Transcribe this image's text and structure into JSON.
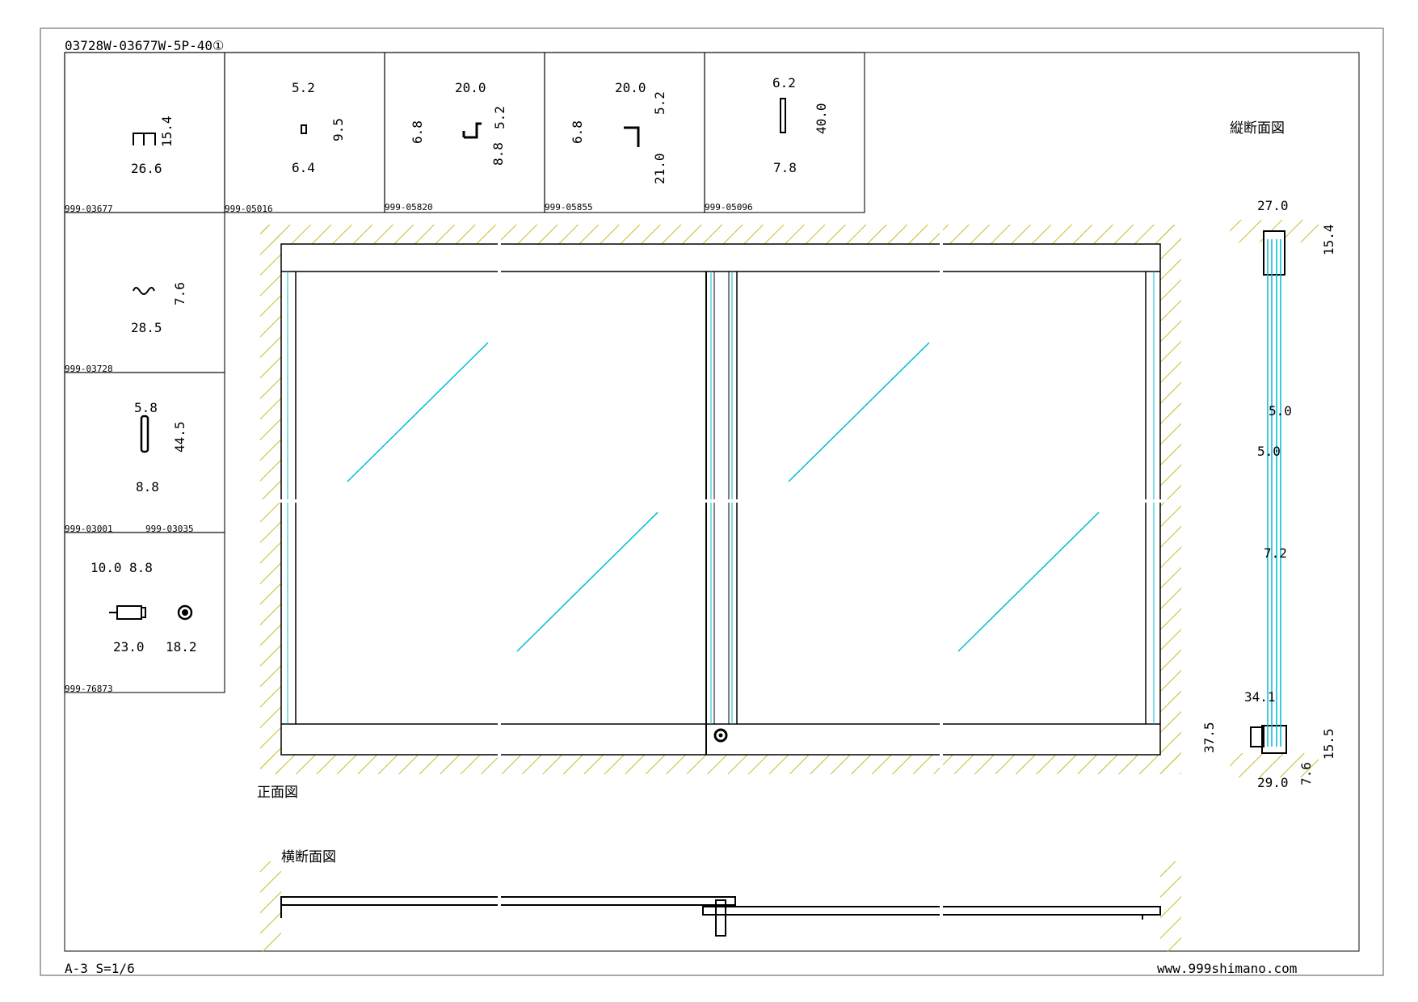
{
  "drawing": {
    "code": "03728W-03677W-5P-40①",
    "paper": "A-3 S=1/6",
    "website": "www.999shimano.com"
  },
  "views": {
    "front": "正面図",
    "horizontal": "横断面図",
    "vertical": "縦断面図"
  },
  "parts": [
    {
      "id": "999-03677",
      "dims": [
        "15.4",
        "26.6"
      ]
    },
    {
      "id": "999-05016",
      "dims": [
        "5.2",
        "9.5",
        "6.4"
      ]
    },
    {
      "id": "999-05820",
      "dims": [
        "20.0",
        "6.8",
        "5.2",
        "8.8"
      ]
    },
    {
      "id": "999-05855",
      "dims": [
        "20.0",
        "6.8",
        "5.2",
        "21.0"
      ]
    },
    {
      "id": "999-05096",
      "dims": [
        "6.2",
        "40.0",
        "7.8"
      ]
    },
    {
      "id": "999-03728",
      "dims": [
        "7.6",
        "28.5"
      ]
    },
    {
      "id": "999-03001",
      "dims": [
        "5.8",
        "44.5",
        "8.8"
      ]
    },
    {
      "id": "999-03035",
      "dims": []
    },
    {
      "id": "999-76873",
      "dims": [
        "10.0",
        "8.8",
        "23.0",
        "18.2"
      ]
    }
  ],
  "section_dims": {
    "top_width": "27.0",
    "top_height": "15.4",
    "glass_a": "5.0",
    "glass_b": "5.0",
    "gap": "7.2",
    "rail_width": "34.1",
    "rail_height": "37.5",
    "bottom_height": "15.5",
    "bottom_width": "29.0",
    "bottom_small": "7.6"
  },
  "colors": {
    "hatch": "#c8bd2a",
    "glass": "#00bcd4",
    "line": "#000000"
  }
}
